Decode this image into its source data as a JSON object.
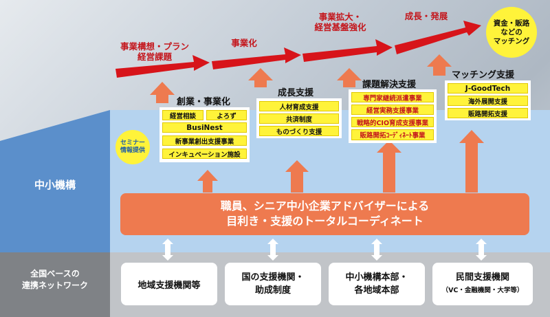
{
  "stages": {
    "stage1": [
      "事業構想・プラン",
      "経営課題"
    ],
    "stage2": "事業化",
    "stage3": [
      "事業拡大・",
      "経営基盤強化"
    ],
    "stage4": "成長・発展",
    "stage5": [
      "資金・販路",
      "などの",
      "マッチング"
    ]
  },
  "organization_label": "中小機構",
  "network_label": [
    "全国ベースの",
    "連携ネットワーク"
  ],
  "seminar_label": [
    "セミナー",
    "情報提供"
  ],
  "support_areas": {
    "startup": {
      "title": "創業・事業化",
      "items": [
        "経営相談",
        "よろず",
        "BusiNest",
        "新事業創出支援事業",
        "インキュベーション施設"
      ]
    },
    "growth": {
      "title": "成長支援",
      "items": [
        "人材育成支援",
        "共済制度",
        "ものづくり支援"
      ]
    },
    "issue": {
      "title": "課題解決支援",
      "items": [
        "専門家継続派遣事業",
        "経営実務支援事業",
        "戦略的CIO育成支援事業",
        "販路開拓ｺｰﾃﾞｨﾈｰﾄ事業"
      ]
    },
    "matching": {
      "title": "マッチング支援",
      "items": [
        "J-GoodTech",
        "海外展開支援",
        "販路開拓支援"
      ]
    }
  },
  "coordinate_banner": [
    "職員、シニア中小企業アドバイザーによる",
    "目利き・支援のトータルコーディネート"
  ],
  "network_partners": [
    {
      "lines": [
        "地域支援機関等"
      ]
    },
    {
      "lines": [
        "国の支援機関・",
        "助成制度"
      ]
    },
    {
      "lines": [
        "中小機構本部・",
        "各地域本部"
      ]
    },
    {
      "lines": [
        "民間支援機関"
      ],
      "note": "（VC・金融機関・大学等）"
    }
  ],
  "colors": {
    "accent_red": "#d7141a",
    "orange": "#ee7a4f",
    "organization_blue": "#5a8fcb",
    "light_blue": "#b5d3ef",
    "yellow": "#fff33a",
    "network_gray": "#7f8286"
  }
}
